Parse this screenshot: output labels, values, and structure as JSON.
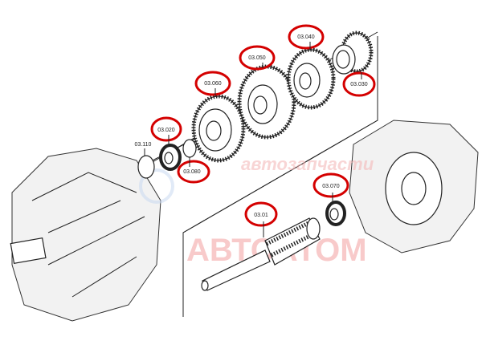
{
  "diagram": {
    "parts": [
      {
        "id": "p040",
        "label": "03.040",
        "highlighted": true
      },
      {
        "id": "p050",
        "label": "03.050",
        "highlighted": true
      },
      {
        "id": "p060",
        "label": "03.060",
        "highlighted": true
      },
      {
        "id": "p030",
        "label": "03.030",
        "highlighted": true
      },
      {
        "id": "p020",
        "label": "03.020",
        "highlighted": true
      },
      {
        "id": "p110",
        "label": "03.110",
        "highlighted": false
      },
      {
        "id": "p080",
        "label": "03.080",
        "highlighted": true
      },
      {
        "id": "p070",
        "label": "03.070",
        "highlighted": true
      },
      {
        "id": "p01",
        "label": "03.01",
        "highlighted": true
      }
    ],
    "highlight_color": "#d40000"
  },
  "watermark": {
    "line1": "автозапчасти",
    "line2": "АВТОАТОМ",
    "color": "#f4b4b4"
  }
}
